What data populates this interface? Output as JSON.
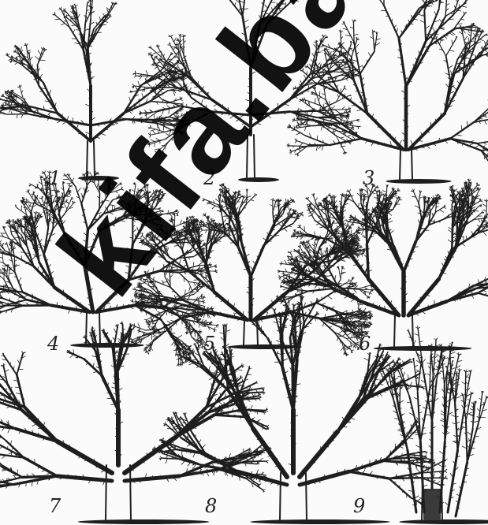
{
  "figure": {
    "labels": [
      "1",
      "2",
      "3",
      "4",
      "5",
      "6",
      "7",
      "8",
      "9"
    ],
    "watermark": "kifa.bal"
  },
  "colors": {
    "ink": "#1e1e1e",
    "background": "#fbfbfb",
    "watermark": "#000000"
  }
}
